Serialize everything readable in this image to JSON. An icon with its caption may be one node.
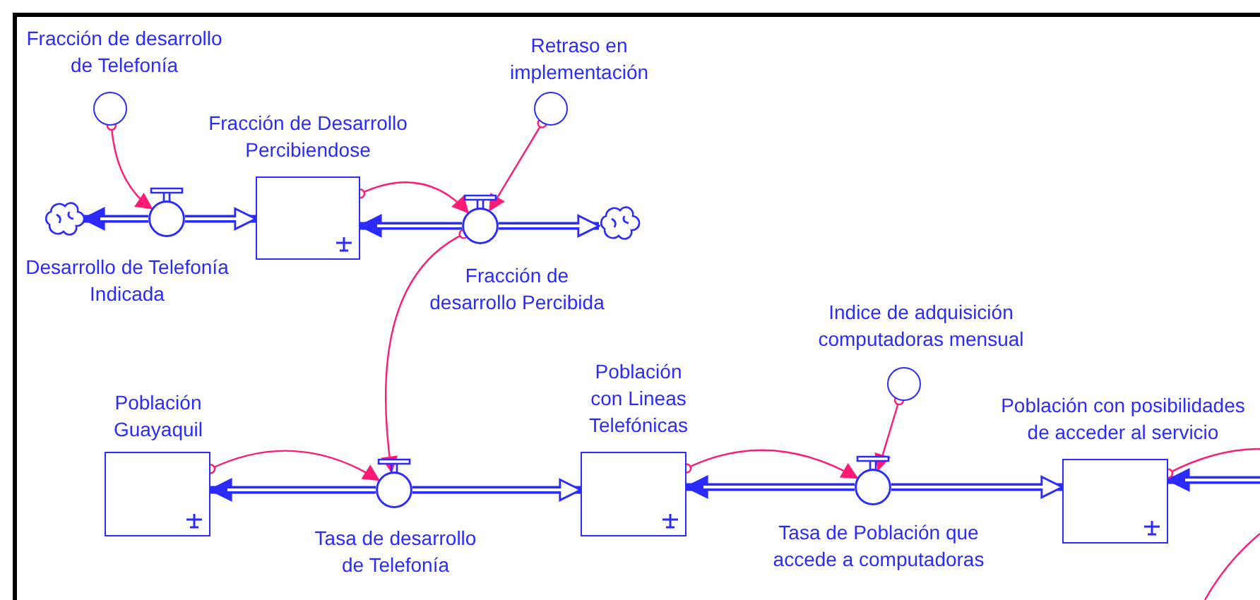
{
  "diagram": {
    "nodes": [
      {
        "text": [],
        "shape": "cloud"
      },
      {
        "text": [
          "Fracción de desarrollo de Telefonía"
        ]
      },
      {
        "text": [
          "Desarrollo de Telefonía Indicada"
        ]
      },
      {
        "text": [
          "Fracción de Desarrollo Percibiendose"
        ]
      },
      {
        "text": [
          "Retraso en implementación"
        ]
      },
      {
        "text": [
          "Fracción de desarrollo Percibida"
        ]
      },
      {
        "text": [],
        "shape": "cloud"
      },
      {
        "text": [
          "Población Guayaquil"
        ]
      },
      {
        "text": [
          "Tasa de desarrollo de Telefonía"
        ]
      },
      {
        "text": [
          "Población con Lineas Telefónicas"
        ]
      },
      {
        "text": [
          "Indice de adquisición computadoras mensual"
        ]
      },
      {
        "text": [
          "Tasa de Población que accede a computadoras"
        ]
      },
      {
        "text": [
          "Población con posibilidades de acceder al servicio"
        ]
      }
    ],
    "edges": [
      {
        "from": 2,
        "to": 0,
        "arrow": "to"
      },
      {
        "from": 2,
        "to": 3,
        "arrow": "to"
      },
      {
        "from": 5,
        "to": 3,
        "arrow": "to"
      },
      {
        "from": 5,
        "to": 6,
        "arrow": "to"
      },
      {
        "from": 8,
        "to": 7,
        "arrow": "to"
      },
      {
        "from": 8,
        "to": 9,
        "arrow": "to"
      },
      {
        "from": 11,
        "to": 9,
        "arrow": "to"
      },
      {
        "from": 11,
        "to": 12,
        "arrow": "to"
      },
      {
        "from": null,
        "to": 12,
        "arrow": "to"
      },
      {
        "from": 1,
        "to": 2,
        "arrow": "to",
        "color": "#ff1a75"
      },
      {
        "from": 3,
        "to": 5,
        "arrow": "to",
        "color": "#ff1a75"
      },
      {
        "from": 4,
        "to": 5,
        "arrow": "to",
        "color": "#ff1a75"
      },
      {
        "from": 5,
        "to": 8,
        "arrow": "to",
        "color": "#ff1a75"
      },
      {
        "from": 7,
        "to": 8,
        "arrow": "to",
        "color": "#ff1a75"
      },
      {
        "from": 9,
        "to": 11,
        "arrow": "to",
        "color": "#ff1a75"
      },
      {
        "from": 10,
        "to": 11,
        "arrow": "to",
        "color": "#ff1a75"
      },
      {
        "from": 12,
        "to": null,
        "arrow": "other",
        "color": "#ff1a75"
      }
    ]
  }
}
